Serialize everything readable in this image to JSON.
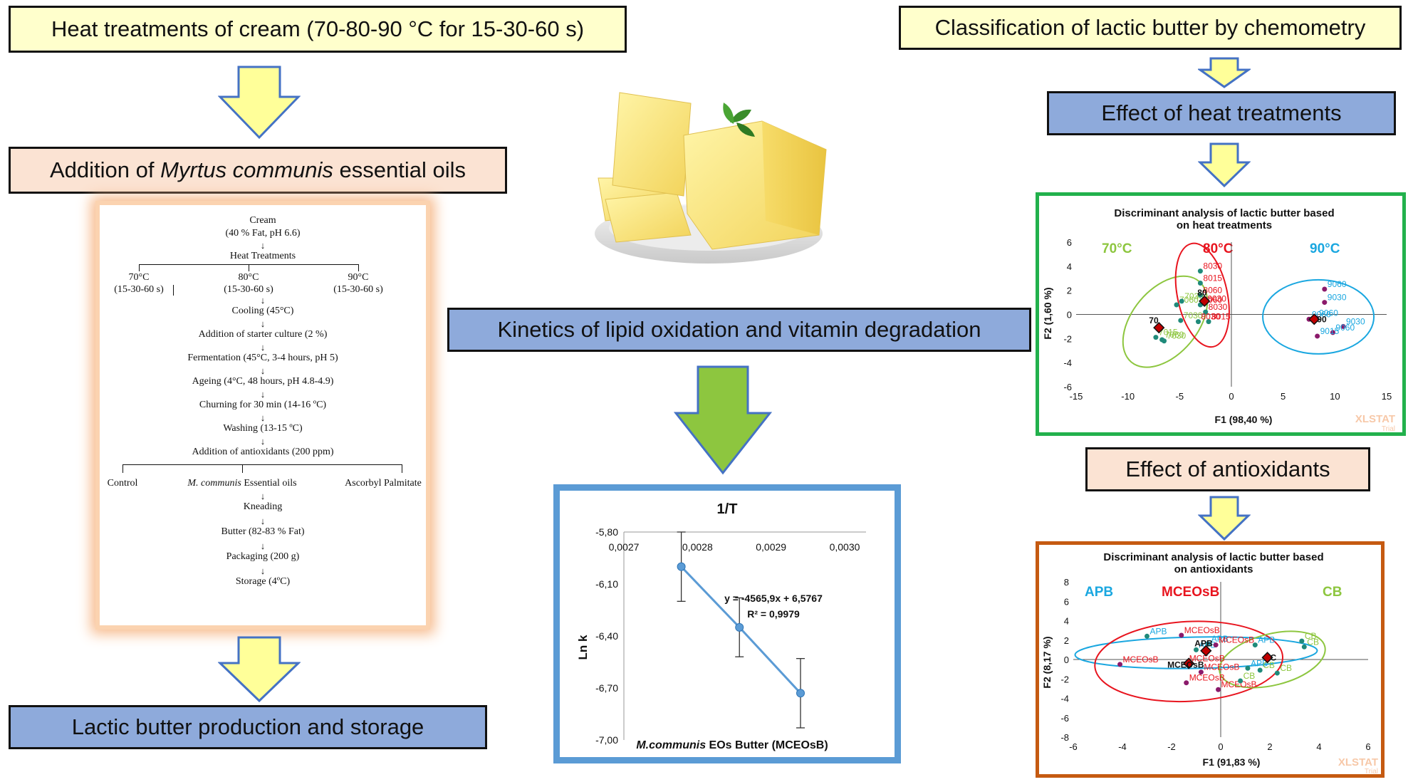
{
  "left": {
    "heat_title": "Heat treatments of cream (70-80-90 °C for 15-30-60 s)",
    "addition_pre": "Addition of ",
    "addition_italic": "Myrtus communis",
    "addition_post": " essential oils",
    "production_title": "Lactic butter production and storage"
  },
  "flowchart": {
    "cream": "Cream",
    "cream_detail": "(40 % Fat, pH 6.6)",
    "heat": "Heat Treatments",
    "t70": "70°C",
    "t70_detail": "(15-30-60 s)",
    "t80": "80°C",
    "t80_detail": "(15-30-60 s)",
    "t90": "90°C",
    "t90_detail": "(15-30-60 s)",
    "cooling": "Cooling (45°C)",
    "starter": "Addition of starter culture (2 %)",
    "fermentation": "Fermentation (45°C, 3-4 hours, pH 5)",
    "ageing": "Ageing (4°C, 48 hours, pH 4.8-4.9)",
    "churning": "Churning for 30 min (14-16 ºC)",
    "washing": "Washing (13-15 ºC)",
    "antiox": "Addition of antioxidants (200 ppm)",
    "control": "Control",
    "essential_italic": "M. communis",
    "essential_rest": " Essential oils",
    "ascorbyl": "Ascorbyl Palmitate",
    "kneading": "Kneading",
    "butter": "Butter (82-83 % Fat)",
    "packaging": "Packaging (200 g)",
    "storage": "Storage (4ºC)",
    "arrow_glyph": "↓"
  },
  "middle": {
    "kinetics_title": "Kinetics of lipid oxidation and vitamin degradation"
  },
  "right": {
    "classification_title": "Classification of lactic butter by chemometry",
    "heat_effect_title": "Effect of heat treatments",
    "antiox_effect_title": "Effect of antioxidants"
  },
  "colors": {
    "yellow_box": "#ffffcc",
    "peach_box": "#fbe3d3",
    "blue_box": "#8eaadb",
    "arrow_yellow": "#ffff99",
    "arrow_outline": "#4472c4",
    "arrow_green": "#8dc63f",
    "green_frame": "#22b14c",
    "blue_frame": "#5b9bd5",
    "brown_frame": "#c55a11",
    "c70": "#8dc63f",
    "c80": "#e8141e",
    "c90": "#1aa7e0",
    "line": "#5b9bd5"
  },
  "chart_data": [
    {
      "type": "line",
      "title": "1/T",
      "ylabel": "Ln k",
      "series_label_pre": "M.communis",
      "series_label_post": " EOs Butter (MCEOsB)",
      "x_ticks": [
        "0,0027",
        "0,0028",
        "0,0029",
        "0,0030"
      ],
      "y_ticks": [
        "-5,80",
        "-6,10",
        "-6,40",
        "-6,70",
        "-7,00"
      ],
      "xlim": [
        0.0027,
        0.003
      ],
      "ylim": [
        -7.0,
        -5.8
      ],
      "x": [
        0.002778,
        0.002857,
        0.00294
      ],
      "y": [
        -6.0,
        -6.35,
        -6.73
      ],
      "err": [
        0.2,
        0.17,
        0.2
      ],
      "equation": "y = -4565,9x + 6,5767",
      "r2": "R² = 0,9979"
    },
    {
      "type": "scatter",
      "title_line1": "Discriminant analysis of lactic butter based",
      "title_line2": "on heat treatments",
      "xlabel": "F1 (98,40 %)",
      "ylabel": "F2 (1,60 %)",
      "xlim": [
        -15,
        15
      ],
      "ylim": [
        -6,
        6
      ],
      "x_ticks": [
        "-15",
        "-10",
        "-5",
        "0",
        "5",
        "10",
        "15"
      ],
      "y_ticks": [
        "6",
        "4",
        "2",
        "0",
        "-2",
        "-4",
        "-6"
      ],
      "group_labels": [
        "70°C",
        "80°C",
        "90°C"
      ],
      "watermark": "XLSTAT",
      "watermark_sub": "Trial",
      "centroid_labels": [
        "70",
        "80",
        "90"
      ],
      "points": [
        {
          "x": -5.3,
          "y": 0.8,
          "label": "7060",
          "g": 0
        },
        {
          "x": -4.8,
          "y": 1.1,
          "label": "7030",
          "g": 0
        },
        {
          "x": -4.9,
          "y": -0.5,
          "label": "7030",
          "g": 0
        },
        {
          "x": -7.3,
          "y": -1.9,
          "label": "7015",
          "g": 0
        },
        {
          "x": -6.7,
          "y": -2.1,
          "label": "7060",
          "g": 0
        },
        {
          "x": -6.5,
          "y": -2.2,
          "label": "7030",
          "g": 0
        },
        {
          "x": -3.0,
          "y": 3.6,
          "label": "8030",
          "g": 1
        },
        {
          "x": -3.0,
          "y": 2.6,
          "label": "8015",
          "g": 1
        },
        {
          "x": -3.0,
          "y": 1.6,
          "label": "8060",
          "g": 1
        },
        {
          "x": -3.0,
          "y": 0.8,
          "label": "8060",
          "g": 1
        },
        {
          "x": -2.6,
          "y": 0.9,
          "label": "8030",
          "g": 1
        },
        {
          "x": -2.5,
          "y": 0.2,
          "label": "8030",
          "g": 1
        },
        {
          "x": -3.2,
          "y": -0.6,
          "label": "8030",
          "g": 1
        },
        {
          "x": -2.2,
          "y": -0.6,
          "label": "8015",
          "g": 1
        },
        {
          "x": 9.0,
          "y": 2.1,
          "label": "9060",
          "g": 2
        },
        {
          "x": 9.0,
          "y": 1.0,
          "label": "9030",
          "g": 2
        },
        {
          "x": 7.5,
          "y": -0.4,
          "label": "9060",
          "g": 2
        },
        {
          "x": 8.2,
          "y": -0.3,
          "label": "9060",
          "g": 2
        },
        {
          "x": 10.8,
          "y": -1.0,
          "label": "9030",
          "g": 2
        },
        {
          "x": 9.8,
          "y": -1.5,
          "label": "9060",
          "g": 2
        },
        {
          "x": 8.3,
          "y": -1.8,
          "label": "9015",
          "g": 2
        }
      ]
    },
    {
      "type": "scatter",
      "title_line1": "Discriminant analysis of lactic butter based",
      "title_line2": "on antioxidants",
      "xlabel": "F1 (91,83 %)",
      "ylabel": "F2 (8,17 %)",
      "xlim": [
        -6,
        6
      ],
      "ylim": [
        -8,
        8
      ],
      "x_ticks": [
        "-6",
        "-4",
        "-2",
        "0",
        "2",
        "4",
        "6"
      ],
      "y_ticks": [
        "8",
        "6",
        "4",
        "2",
        "0",
        "-2",
        "-4",
        "-6",
        "-8"
      ],
      "group_labels": [
        "APB",
        "MCEOsB",
        "CB"
      ],
      "watermark": "XLSTAT",
      "watermark_sub": "Trial",
      "centroid_labels": [
        "APB",
        "MCEOsB",
        "C"
      ],
      "points": [
        {
          "x": -3.0,
          "y": 2.4,
          "label": "APB",
          "g": 0
        },
        {
          "x": -0.5,
          "y": 1.6,
          "label": "APB",
          "g": 0
        },
        {
          "x": -1.0,
          "y": 1.0,
          "label": "APB",
          "g": 0
        },
        {
          "x": 1.4,
          "y": 1.5,
          "label": "APB",
          "g": 0
        },
        {
          "x": 1.1,
          "y": -0.9,
          "label": "APB",
          "g": 0
        },
        {
          "x": -1.6,
          "y": 2.5,
          "label": "MCEOsB",
          "g": 1
        },
        {
          "x": -0.2,
          "y": 1.5,
          "label": "MCEOsB",
          "g": 1
        },
        {
          "x": -4.1,
          "y": -0.5,
          "label": "MCEOsB",
          "g": 1
        },
        {
          "x": -1.4,
          "y": -0.4,
          "label": "MCEOsB",
          "g": 1
        },
        {
          "x": -0.8,
          "y": -1.3,
          "label": "MCEOsB",
          "g": 1
        },
        {
          "x": -1.4,
          "y": -2.4,
          "label": "MCEOsB",
          "g": 1
        },
        {
          "x": -0.1,
          "y": -3.1,
          "label": "MCEOsB",
          "g": 1
        },
        {
          "x": 3.3,
          "y": 1.9,
          "label": "CB",
          "g": 2
        },
        {
          "x": 3.4,
          "y": 1.3,
          "label": "CB",
          "g": 2
        },
        {
          "x": 1.6,
          "y": -1.1,
          "label": "CB",
          "g": 2
        },
        {
          "x": 2.3,
          "y": -1.4,
          "label": "CB",
          "g": 2
        },
        {
          "x": 0.8,
          "y": -2.2,
          "label": "CB",
          "g": 2
        }
      ]
    }
  ]
}
